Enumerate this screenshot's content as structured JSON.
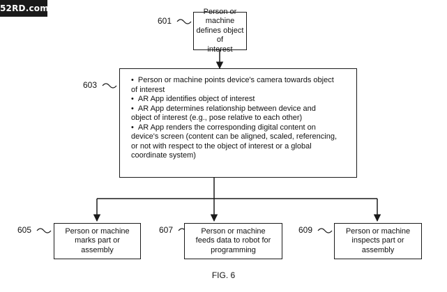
{
  "watermark": "52RD.com",
  "boxes": {
    "b601": {
      "ref": "601",
      "lines": [
        "Person or machine",
        "defines object of",
        "interest"
      ]
    },
    "b603": {
      "ref": "603",
      "bullets": [
        [
          "Person or machine points device's camera towards object",
          "of interest"
        ],
        [
          "AR App identifies object of interest"
        ],
        [
          "AR App determines relationship between device and",
          "object of interest (e.g., pose relative to each other)"
        ],
        [
          "AR App renders the corresponding digital content on",
          "device's screen (content can be aligned, scaled, referencing,",
          "or not with respect to the object of interest or a global",
          "coordinate system)"
        ]
      ]
    },
    "b605": {
      "ref": "605",
      "lines": [
        "Person or machine",
        "marks part or",
        "assembly"
      ]
    },
    "b607": {
      "ref": "607",
      "lines": [
        "Person or machine",
        "feeds data to robot for",
        "programming"
      ]
    },
    "b609": {
      "ref": "609",
      "lines": [
        "Person or machine",
        "inspects part or",
        "assembly"
      ]
    }
  },
  "figure_label": "FIG. 6"
}
